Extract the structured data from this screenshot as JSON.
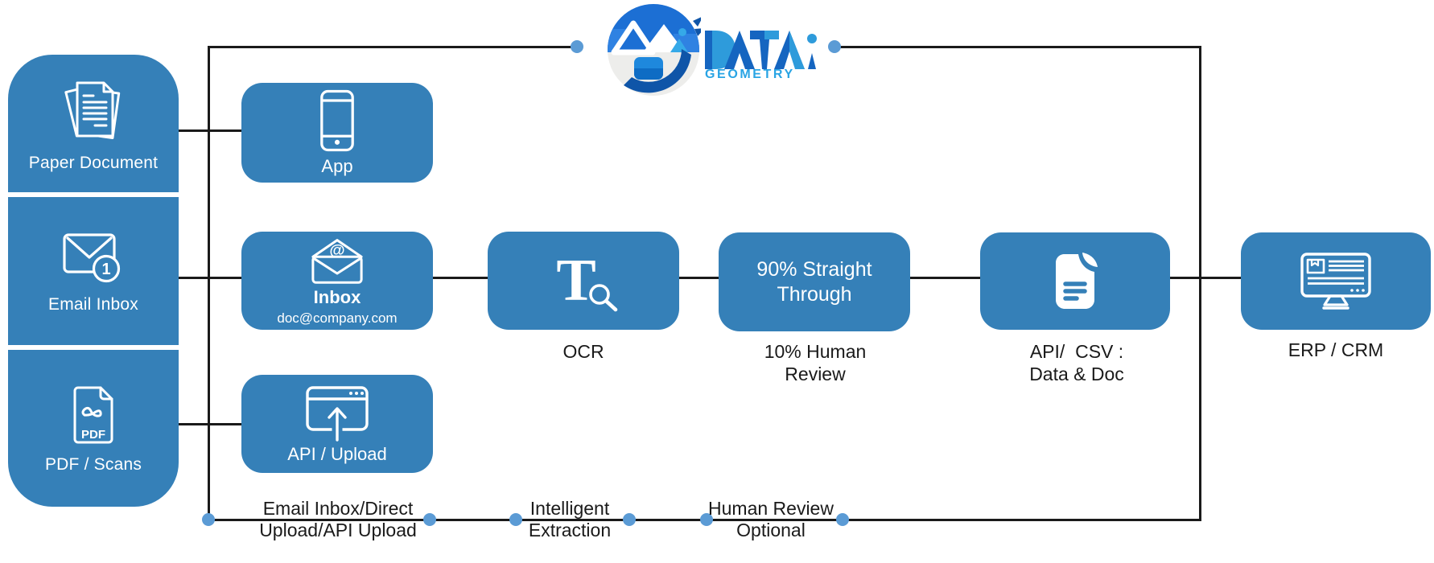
{
  "brand": {
    "wordmark": "DATA",
    "subtitle": "GEOMETRY"
  },
  "sources": [
    {
      "label": "Paper Document",
      "icon": "paper-stack-icon"
    },
    {
      "label": "Email Inbox",
      "icon": "envelope-unread-icon",
      "badge": "1"
    },
    {
      "label": "PDF / Scans",
      "icon": "pdf-file-icon",
      "icon_text": "PDF"
    }
  ],
  "channels": [
    {
      "label": "App",
      "icon": "smartphone-icon"
    },
    {
      "label": "Inbox",
      "sublabel": "doc@company.com",
      "icon": "open-envelope-at-icon",
      "icon_text": "@"
    },
    {
      "label": "API / Upload",
      "icon": "browser-upload-icon"
    }
  ],
  "pipeline": {
    "ocr": {
      "icon": "ocr-text-search-icon",
      "icon_text": "T",
      "caption": "OCR"
    },
    "straight_through": {
      "title": "90% Straight Through",
      "caption_line1": "10% Human",
      "caption_line2": "Review"
    },
    "output": {
      "icon": "document-lines-icon",
      "caption_line1": "API/  CSV :",
      "caption_line2": "Data & Doc"
    },
    "erp": {
      "icon": "computer-monitor-icon",
      "caption": "ERP / CRM"
    }
  },
  "stages": [
    {
      "line1": "Email Inbox/Direct",
      "line2": "Upload/API Upload"
    },
    {
      "line1": "Intelligent",
      "line2": "Extraction"
    },
    {
      "line1": "Human Review",
      "line2": "Optional"
    }
  ],
  "colors": {
    "box_blue": "#3580B8",
    "dot_blue": "#5B9BD5",
    "line_black": "#1A1A1A",
    "text_dark": "#1A1A1A",
    "logo_dark_blue": "#1565C0",
    "logo_mid_blue": "#1C6FD4",
    "logo_light_blue": "#2E9BDB",
    "logo_sky_blue": "#29A4E4",
    "logo_navy": "#0F55A8"
  }
}
